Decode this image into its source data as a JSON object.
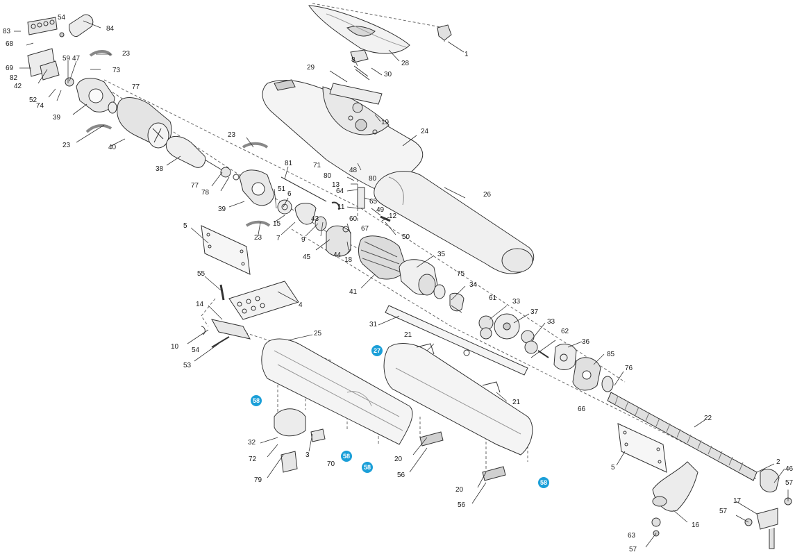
{
  "diagram": {
    "highlight_color": "#1b9fd8",
    "line_color": "#333333",
    "labels": {
      "p1": "1",
      "p2": "2",
      "p3": "3",
      "p4": "4",
      "p5a": "5",
      "p5b": "5",
      "p6": "6",
      "p7": "7",
      "p8": "8",
      "p9": "9",
      "p10": "10",
      "p11": "11",
      "p12": "12",
      "p13": "13",
      "p14": "14",
      "p15": "15",
      "p16": "16",
      "p17": "17",
      "p18": "18",
      "p19": "19",
      "p20a": "20",
      "p20b": "20",
      "p21a": "21",
      "p21b": "21",
      "p22": "22",
      "p23a": "23",
      "p23b": "23",
      "p23c": "23",
      "p23d": "23",
      "p24": "24",
      "p25": "25",
      "p26": "26",
      "p28": "28",
      "p29": "29",
      "p30": "30",
      "p31": "31",
      "p32": "32",
      "p33a": "33",
      "p33b": "33",
      "p34": "34",
      "p35": "35",
      "p36": "36",
      "p37": "37",
      "p38": "38",
      "p39a": "39",
      "p39b": "39",
      "p40": "40",
      "p41": "41",
      "p42": "42",
      "p43": "43",
      "p44": "44",
      "p45": "45",
      "p46": "46",
      "p47": "47",
      "p48": "48",
      "p49": "49",
      "p50": "50",
      "p51": "51",
      "p52": "52",
      "p53": "53",
      "p54a": "54",
      "p54b": "54",
      "p55": "55",
      "p56a": "56",
      "p56b": "56",
      "p57a": "57",
      "p57b": "57",
      "p57c": "57",
      "p59": "59",
      "p60": "60",
      "p61": "61",
      "p62": "62",
      "p63": "63",
      "p64": "64",
      "p65": "65",
      "p66": "66",
      "p67": "67",
      "p68": "68",
      "p69": "69",
      "p70": "70",
      "p71": "71",
      "p72": "72",
      "p73": "73",
      "p74": "74",
      "p75": "75",
      "p76": "76",
      "p77a": "77",
      "p77b": "77",
      "p78": "78",
      "p79": "79",
      "p80a": "80",
      "p80b": "80",
      "p81": "81",
      "p82": "82",
      "p83": "83",
      "p84": "84",
      "p85": "85"
    },
    "badges": {
      "b27": "27",
      "b58a": "58",
      "b58b": "58",
      "b58c": "58",
      "b58d": "58"
    }
  }
}
